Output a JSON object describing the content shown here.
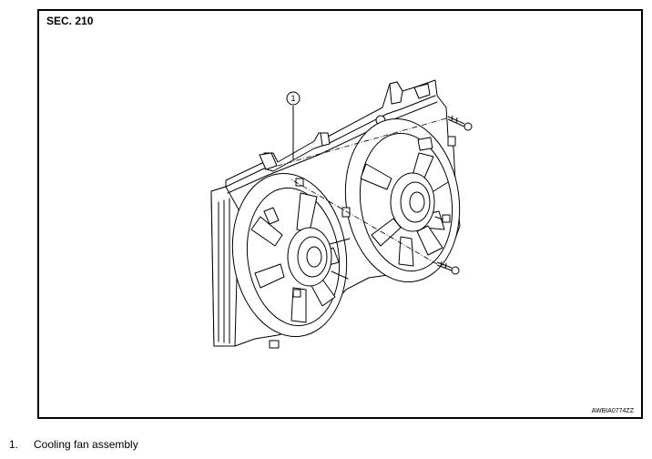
{
  "figure": {
    "section_label": "SEC. 210",
    "figure_code": "AWBIA0774ZZ",
    "callouts": [
      {
        "number": "1"
      }
    ]
  },
  "legend": [
    {
      "number": "1.",
      "text": "Cooling fan assembly"
    }
  ]
}
